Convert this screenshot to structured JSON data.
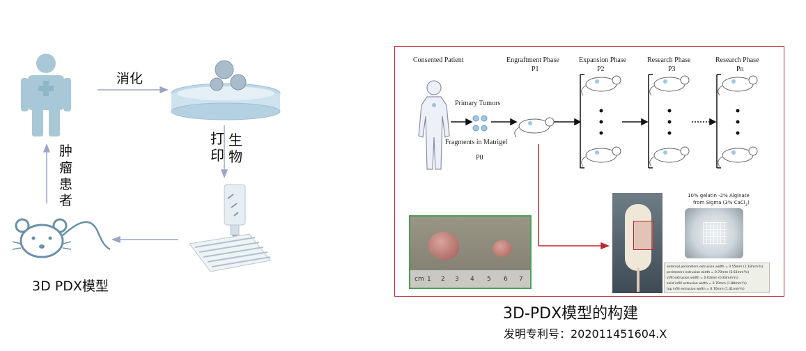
{
  "left_workflow": {
    "step_digest": "消化",
    "step_print_col1": "打印",
    "step_print_col2": "生物",
    "step_patient": "肿瘤患者",
    "model_label": "3D PDX模型"
  },
  "right_panel": {
    "phases": {
      "consented": "Consented Patient",
      "engraftment": "Engraftment Phase",
      "engraftment_p": "P1",
      "expansion": "Expansion Phase",
      "expansion_p": "P2",
      "research1": "Research Phase",
      "research1_p": "P3",
      "research2": "Research Phase",
      "research2_p": "Pn"
    },
    "primary_tumors": "Primary Tumors",
    "fragments": "Fragments in Matrigel",
    "p0": "P0",
    "ruler_numbers": [
      "1",
      "2",
      "3",
      "4",
      "5",
      "6",
      "7"
    ],
    "ruler_unit": "cm",
    "gel_caption_1": "10% gelatin -2% Alginate",
    "gel_caption_2": "from Sigma (3% CaCl",
    "gel_caption_sub": "2",
    "gel_caption_end": ")",
    "extrusion": [
      "external perimeters extrusion width = 0.55mm (2.18mm³/s)",
      "perimeters extrusion width = 0.70mm (5.63mm³/s)",
      "infill extrusion width = 0.63mm (0.83mm³/s)",
      "solid infill extrusion width = 0.70mm (1.88mm³/s)",
      "top infill extrusion width = 0.70mm (1.41mm³/s)"
    ]
  },
  "caption": {
    "title": "3D-PDX模型的构建",
    "patent": "发明专利号：202011451604.X"
  },
  "colors": {
    "frame_red": "#c0282d",
    "figure_blue": "#a8c8d8",
    "arrow_blue": "#9aa6c4",
    "mouse_blue": "#6a90a8",
    "green_frame": "#4da05a"
  }
}
